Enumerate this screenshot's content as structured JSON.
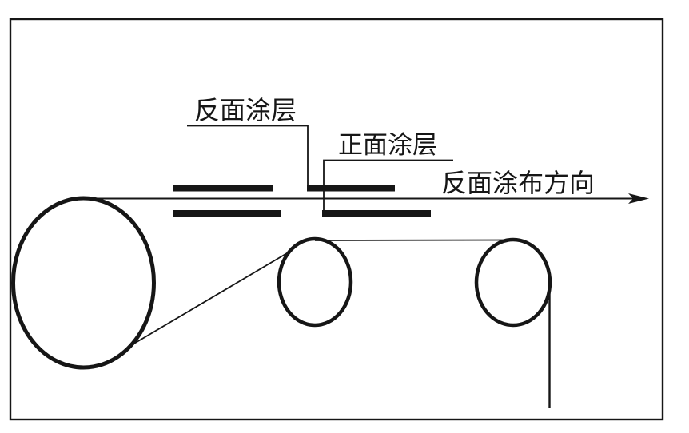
{
  "diagram": {
    "kind": "coating-process-schematic",
    "labels": {
      "back_coating": "反面涂层",
      "front_coating": "正面涂层",
      "coating_direction": "反面涂布方向"
    },
    "colors": {
      "ink": "#161616",
      "background": "#ffffff"
    }
  }
}
